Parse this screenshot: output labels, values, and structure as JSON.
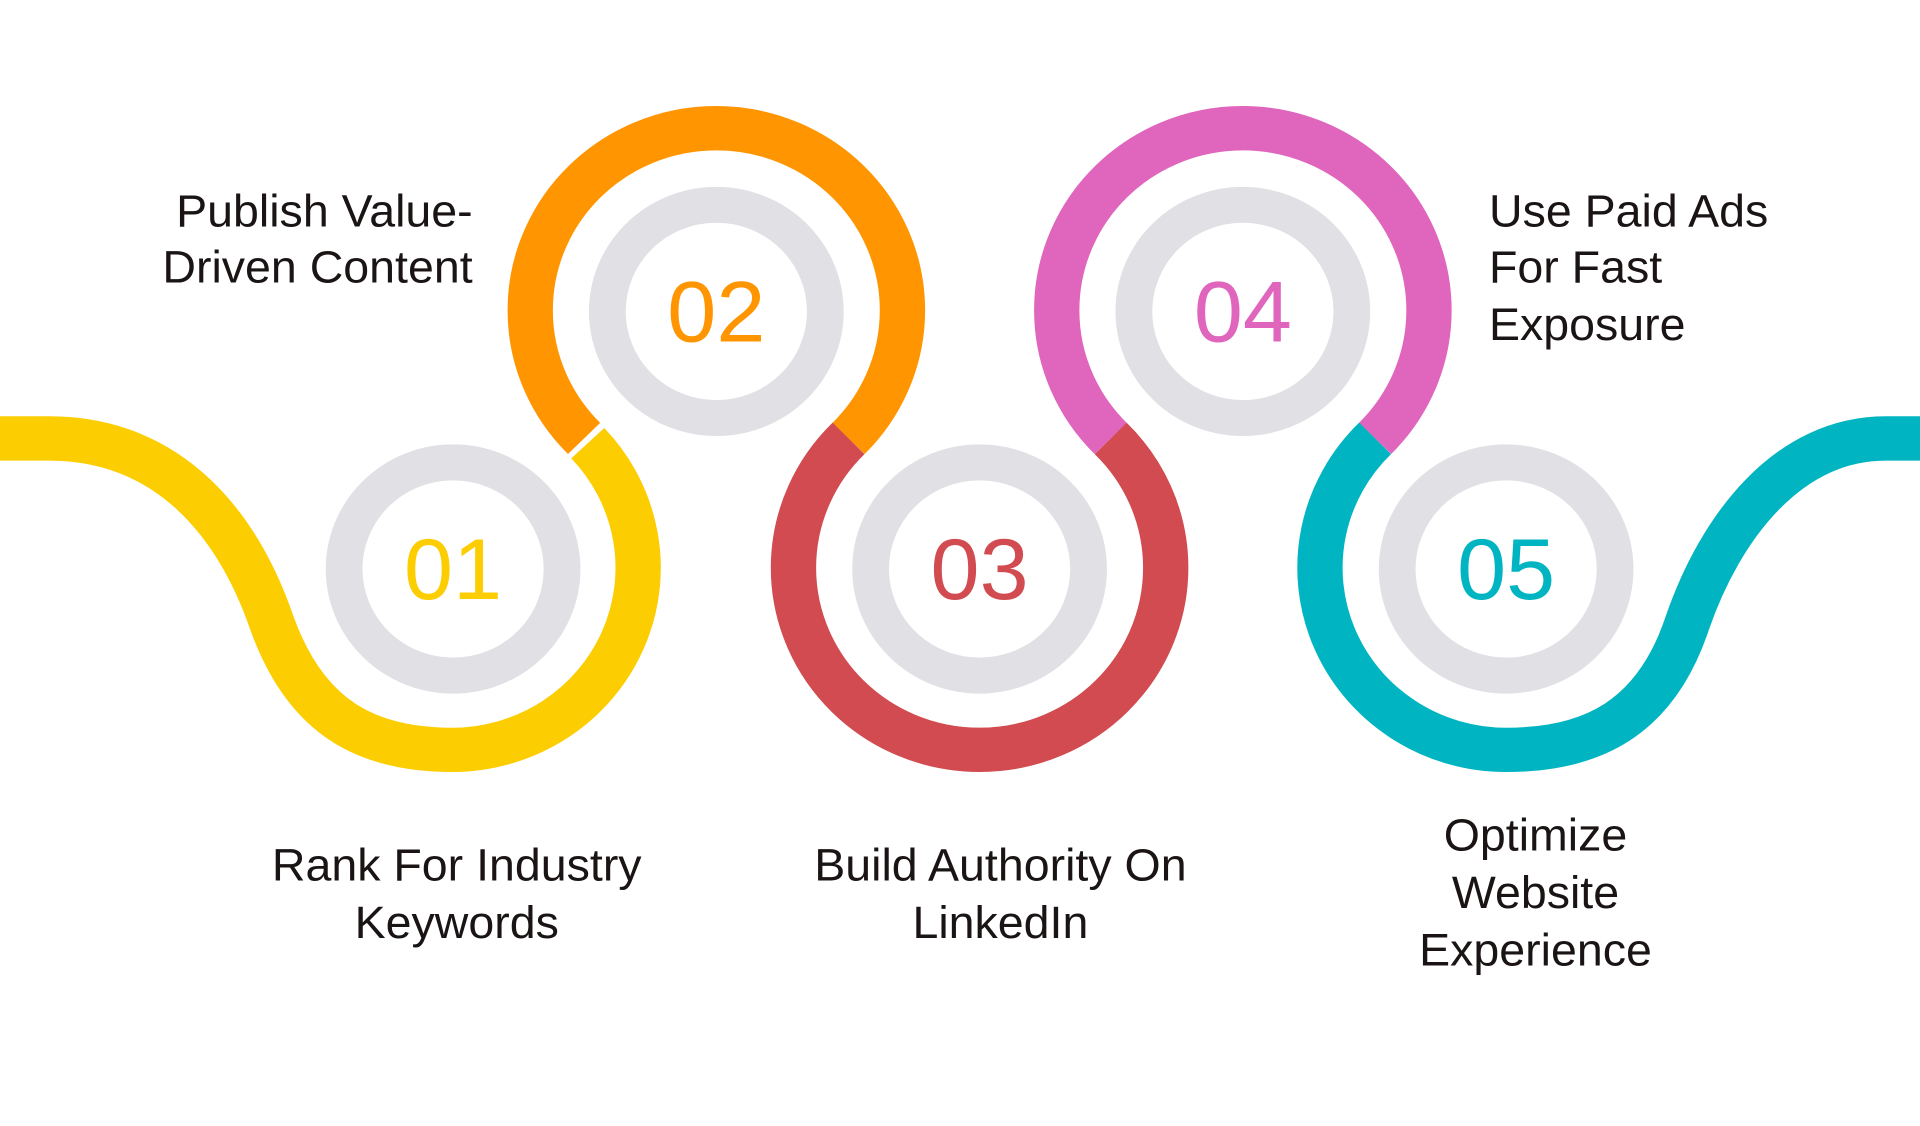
{
  "diagram": {
    "type": "numbered-winding-path-infographic",
    "colors": {
      "background": "#ffffff",
      "ring_gray": "#e0e0e5",
      "text": "#1a1414"
    },
    "steps": [
      {
        "number": "01",
        "label_lines": [
          "Rank For Industry",
          "Keywords"
        ],
        "color": "#fccd00",
        "position": "bottom"
      },
      {
        "number": "02",
        "label_lines": [
          "Publish Value-",
          "Driven Content"
        ],
        "color": "#ff9500",
        "position": "top"
      },
      {
        "number": "03",
        "label_lines": [
          "Build Authority On",
          "LinkedIn"
        ],
        "color": "#d14b50",
        "position": "bottom"
      },
      {
        "number": "04",
        "label_lines": [
          "Use Paid Ads",
          "For Fast",
          "Exposure"
        ],
        "color": "#e065bd",
        "position": "top"
      },
      {
        "number": "05",
        "label_lines": [
          "Optimize",
          "Website",
          "Experience"
        ],
        "color": "#00b5c1",
        "position": "bottom"
      }
    ]
  }
}
